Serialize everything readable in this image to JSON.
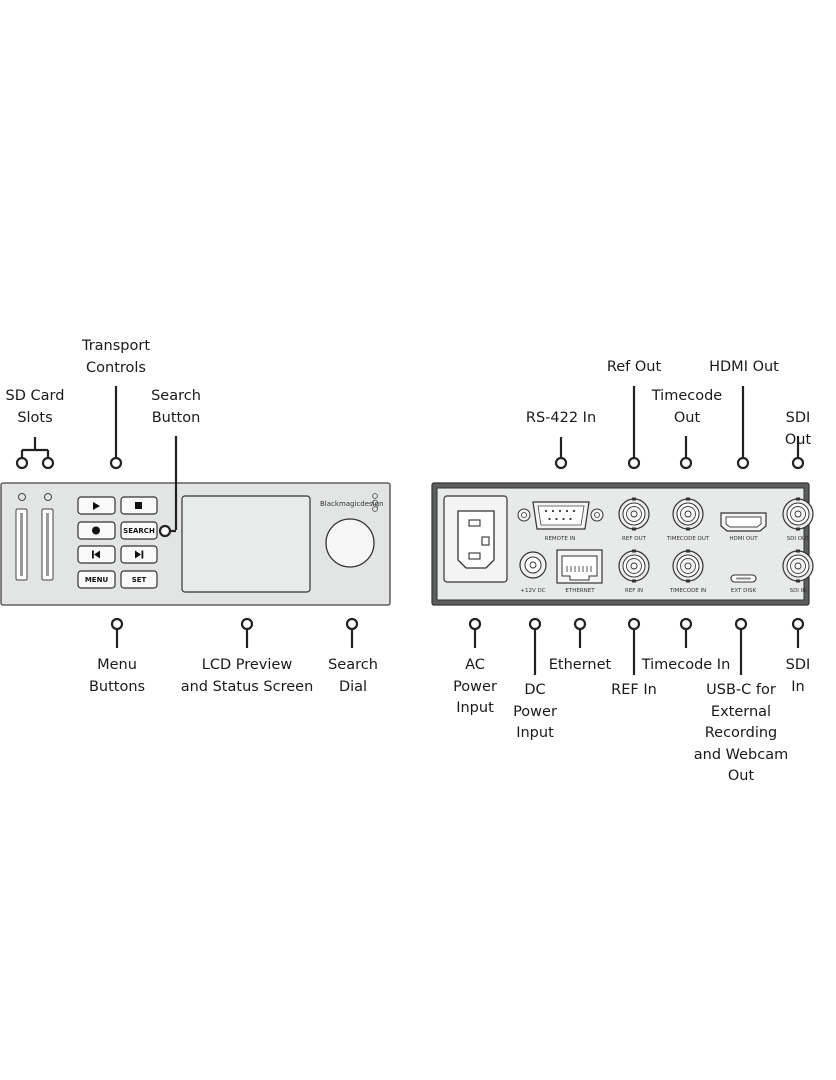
{
  "front": {
    "labels": {
      "sd_card_slots": "SD Card\nSlots",
      "transport_controls": "Transport\nControls",
      "search_button": "Search\nButton",
      "menu_buttons": "Menu\nButtons",
      "lcd_preview": "LCD Preview\nand Status Screen",
      "search_dial": "Search\nDial"
    },
    "brand": "Blackmagicdesign",
    "buttons": {
      "search": "SEARCH",
      "menu": "MENU",
      "set": "SET"
    }
  },
  "rear": {
    "labels": {
      "rs422_in": "RS-422 In",
      "ref_out": "Ref Out",
      "timecode_out": "Timecode\nOut",
      "hdmi_out": "HDMI Out",
      "sdi_out": "SDI Out",
      "ac_power": "AC\nPower\nInput",
      "dc_power": "DC\nPower\nInput",
      "ethernet": "Ethernet",
      "ref_in": "REF In",
      "timecode_in": "Timecode In",
      "usbc": "USB-C for\nExternal Recording\nand Webcam Out",
      "sdi_in": "SDI In"
    },
    "ports": {
      "remote_in": "REMOTE IN",
      "ref_out": "REF OUT",
      "timecode_out": "TIMECODE OUT",
      "hdmi_out": "HDMI OUT",
      "sdi_out": "SDI OUT",
      "dc": "+12V DC",
      "ethernet": "ETHERNET",
      "ref_in": "REF IN",
      "timecode_in": "TIMECODE IN",
      "ext_disk": "EXT DISK",
      "sdi_in": "SDI IN"
    }
  },
  "colors": {
    "panel": "#e3e4e4",
    "outline": "#444444",
    "dark_panel": "#5b5d5e"
  }
}
